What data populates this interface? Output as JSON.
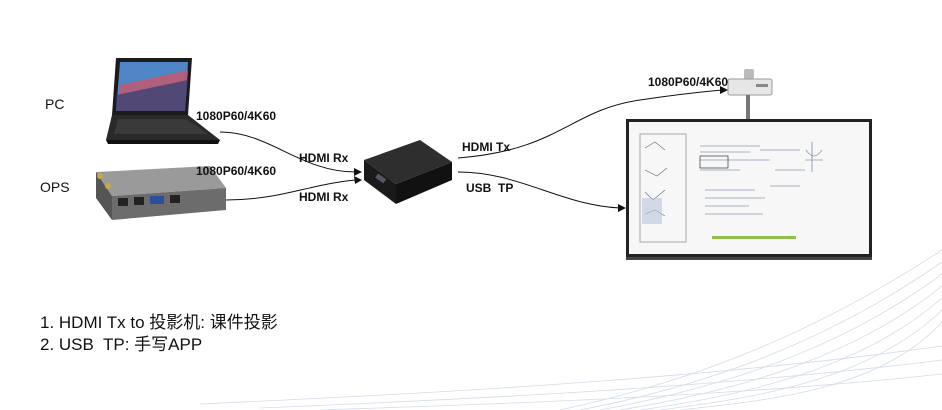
{
  "devices": {
    "pc": {
      "label": "PC"
    },
    "ops": {
      "label": "OPS"
    }
  },
  "connections": {
    "pc_resolution": "1080P60/4K60",
    "ops_resolution": "1080P60/4K60",
    "pc_input": "HDMI Rx",
    "ops_input": "HDMI Rx",
    "output_tx": "HDMI Tx",
    "output_touch": "USB  TP",
    "projector_resolution": "1080P60/4K60"
  },
  "notes": [
    "1. HDMI Tx to 投影机: 课件投影",
    "2. USB  TP: 手写APP"
  ]
}
